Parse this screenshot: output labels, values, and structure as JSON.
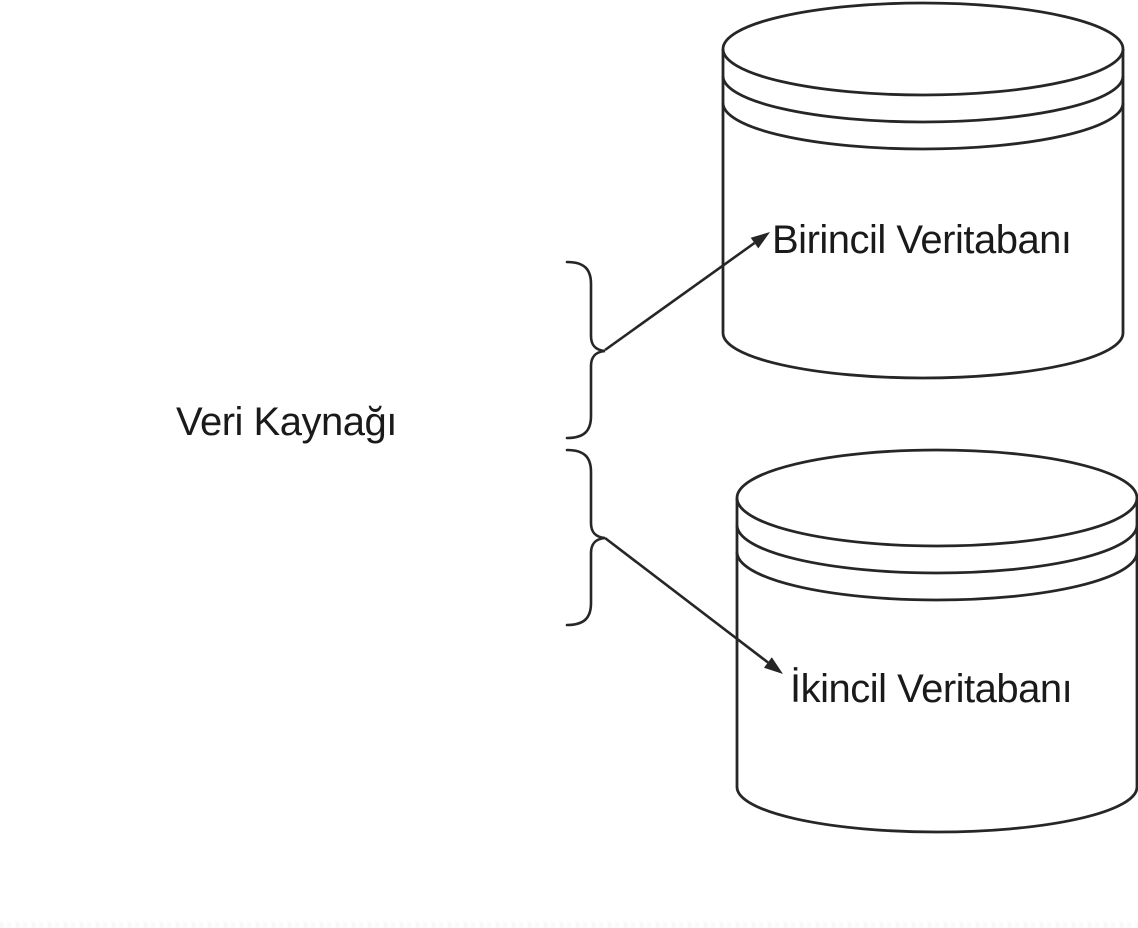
{
  "diagram": {
    "source_label": "Veri Kaynağı",
    "primary_db_label": "Birincil Veritabanı",
    "secondary_db_label": "İkincil Veritabanı"
  },
  "colors": {
    "background": "#ffffff",
    "stroke": "#262626",
    "text": "#1a1a1a"
  }
}
